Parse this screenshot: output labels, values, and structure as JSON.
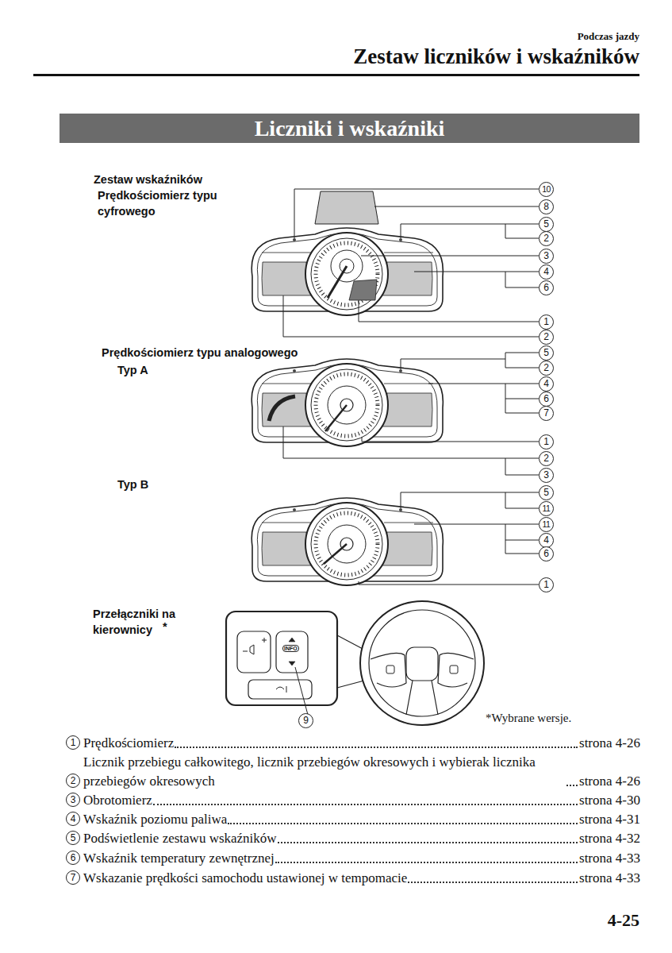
{
  "diagram": {
    "title": "Zestaw liczników i wskaźników",
    "nodes": [
      {
        "text": [
          "Liczniki i wskaźniki"
        ]
      }
    ],
    "labels": [
      "Podczas jazdy",
      "Zestaw wskaźników",
      "Prędkościomierz typu cyfrowego",
      "10",
      "8",
      "5",
      "2",
      "3",
      "4",
      "6",
      "1",
      "2",
      "Prędkościomierz typu analogowego",
      "Typ A",
      "5",
      "2",
      "4",
      "6",
      "7",
      "1",
      "2",
      "3",
      "Typ B",
      "5",
      "11",
      "11",
      "4",
      "6",
      "1",
      "Przełączniki na kierownicy",
      "*",
      "INFO",
      "9",
      "*Wybrane wersje.",
      "1",
      "Prędkościomierz",
      "strona 4-26",
      "2",
      "Licznik przebiegu całkowitego, licznik przebiegów okresowych i wybierak licznika przebiegów okresowych",
      "strona 4-26",
      "3",
      "Obrotomierz",
      "strona 4-30",
      "4",
      "Wskaźnik poziomu paliwa",
      "strona 4-31",
      "5",
      "Podświetlenie zestawu wskaźników",
      "strona 4-32",
      "6",
      "Wskaźnik temperatury zewnętrznej",
      "strona 4-33",
      "7",
      "Wskazanie prędkości samochodu ustawionej w tempomacie",
      "strona 4-33",
      "4-25"
    ]
  }
}
